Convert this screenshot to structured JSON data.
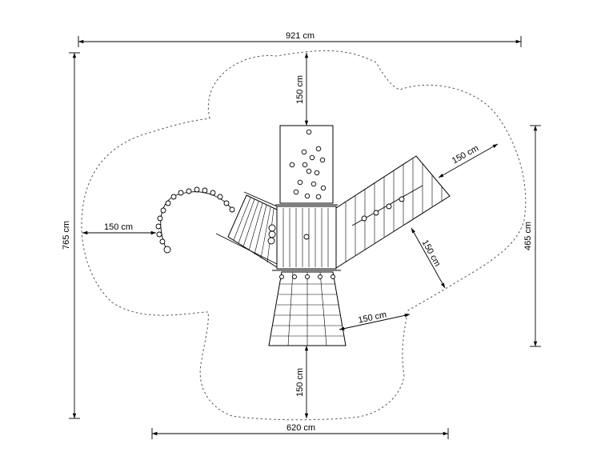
{
  "drawing": {
    "dimensions": {
      "overall_width": "921 cm",
      "overall_depth": "765 cm",
      "equipment_width": "620 cm",
      "equipment_depth": "465 cm",
      "clearance_top": "150 cm",
      "clearance_left": "150 cm",
      "clearance_bottom": "150 cm",
      "clearance_ramp_end": "150 cm",
      "clearance_ramp_side": "150 cm",
      "clearance_net_side": "150 cm"
    }
  }
}
